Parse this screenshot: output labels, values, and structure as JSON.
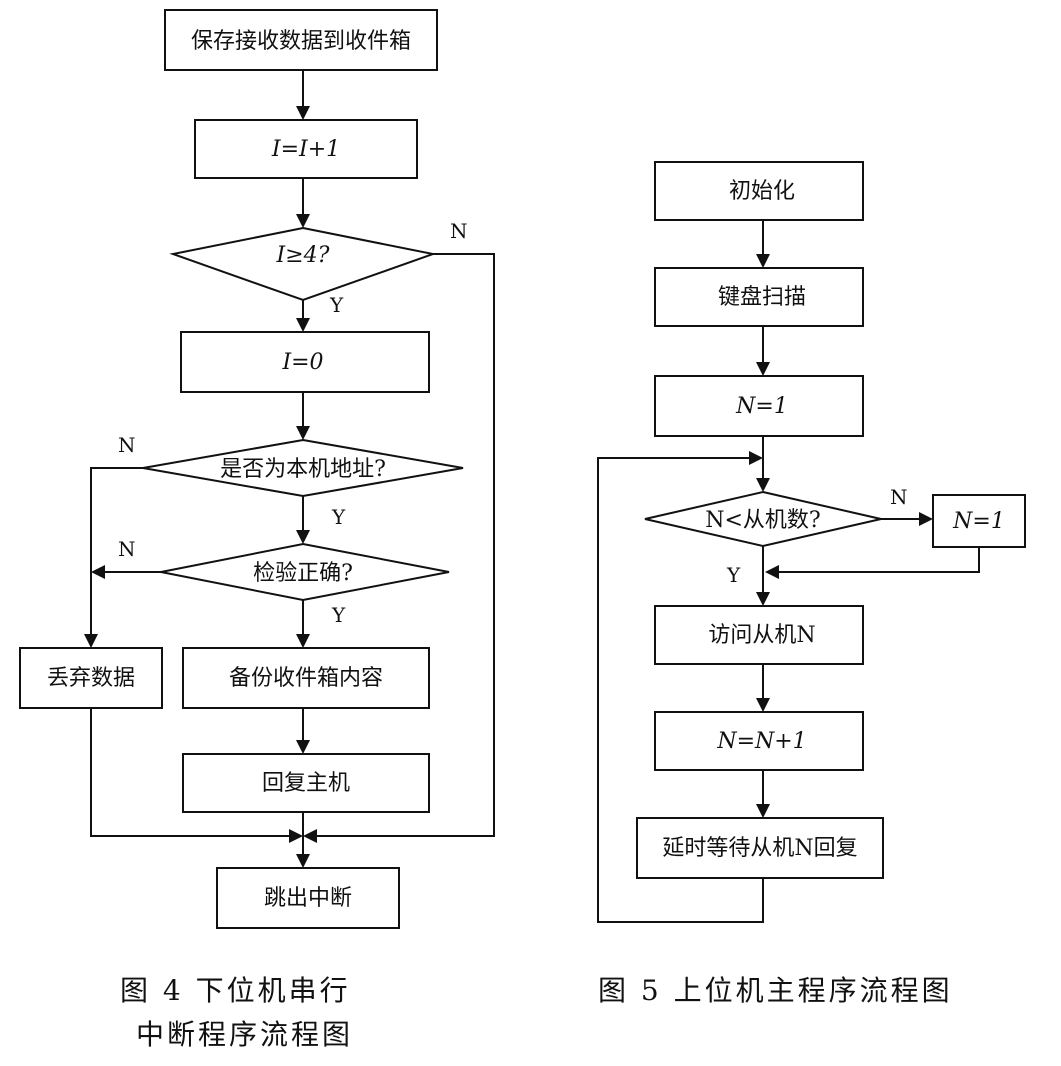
{
  "fig4": {
    "save": "保存接收数据到收件箱",
    "inc": "I=I+1",
    "cond_i": "I≥4?",
    "reset": "I=0",
    "cond_addr": "是否为本机地址?",
    "cond_check": "检验正确?",
    "discard": "丢弃数据",
    "backup": "备份收件箱内容",
    "reply": "回复主机",
    "exit": "跳出中断",
    "caption_line1": "图 4  下位机串行",
    "caption_line2": "中断程序流程图"
  },
  "fig5": {
    "init": "初始化",
    "keyscan": "键盘扫描",
    "n1": "N=1",
    "cond_n": "N<从机数?",
    "n1_right": "N=1",
    "visit": "访问从机N",
    "ninc": "N=N+1",
    "wait": "延时等待从机N回复",
    "caption": "图 5  上位机主程序流程图"
  },
  "labels": {
    "yes": "Y",
    "no": "N"
  }
}
